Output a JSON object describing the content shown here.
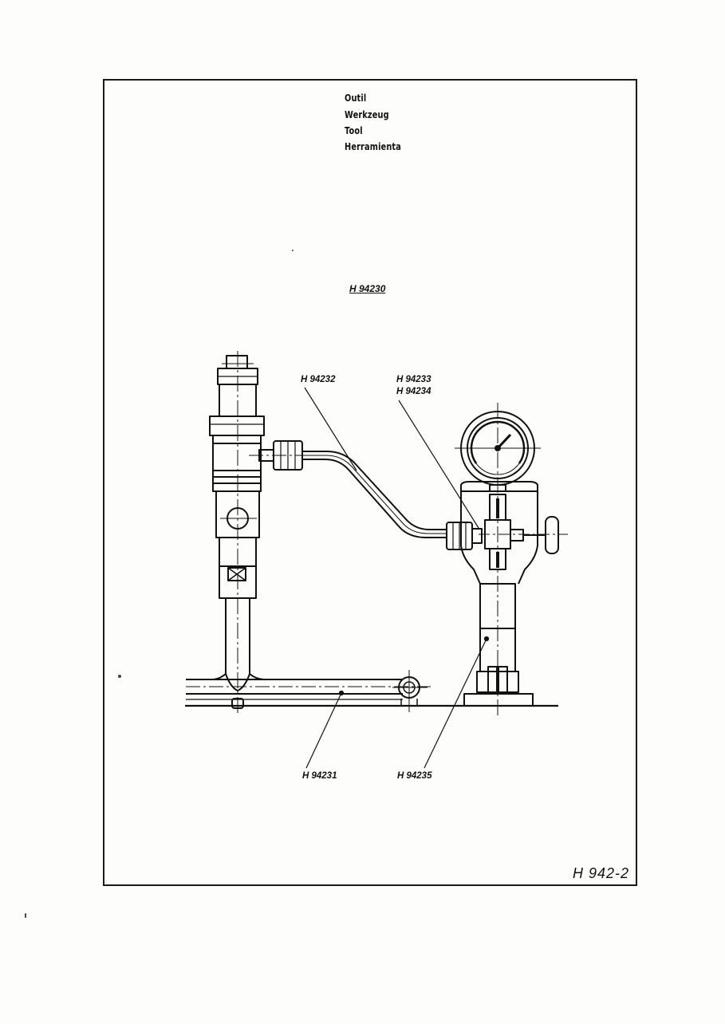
{
  "title": {
    "lines": [
      "Outil",
      "Werkzeug",
      "Tool",
      "Herramienta"
    ]
  },
  "assembly_code": "H 94230",
  "callouts": {
    "c1": "H 94232",
    "c2a": "H 94233",
    "c2b": "H 94234",
    "c3": "H 94231",
    "c4": "H 94235"
  },
  "drawing_number": "H 942-2"
}
